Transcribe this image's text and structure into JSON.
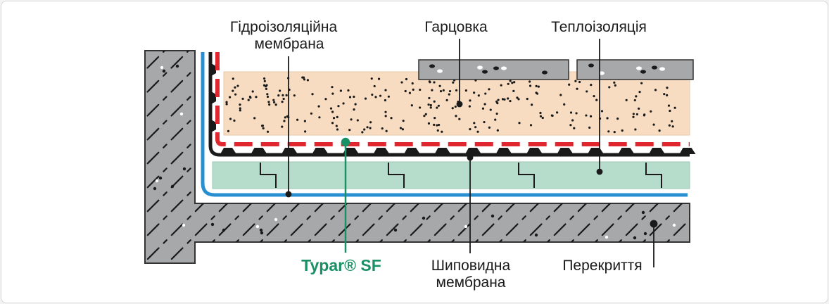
{
  "diagram": {
    "title": "Floor construction cross-section",
    "colors": {
      "concrete": "#a7a8aa",
      "sand": "#f7dcc1",
      "insulation": "#b6ddcc",
      "waterproofing": "#2a8fd0",
      "typar": "#e0262e",
      "stud_membrane": "#1a1a1a",
      "accent_label": "#1a9065"
    },
    "labels": {
      "waterproofing_line1": "Гідроізоляційна",
      "waterproofing_line2": "мембрана",
      "screed": "Гарцовка",
      "insulation": "Теплоізоляція",
      "typar": "Typar® SF",
      "stud_line1": "Шиповидна",
      "stud_line2": "мембрана",
      "slab": "Перекриття"
    }
  }
}
